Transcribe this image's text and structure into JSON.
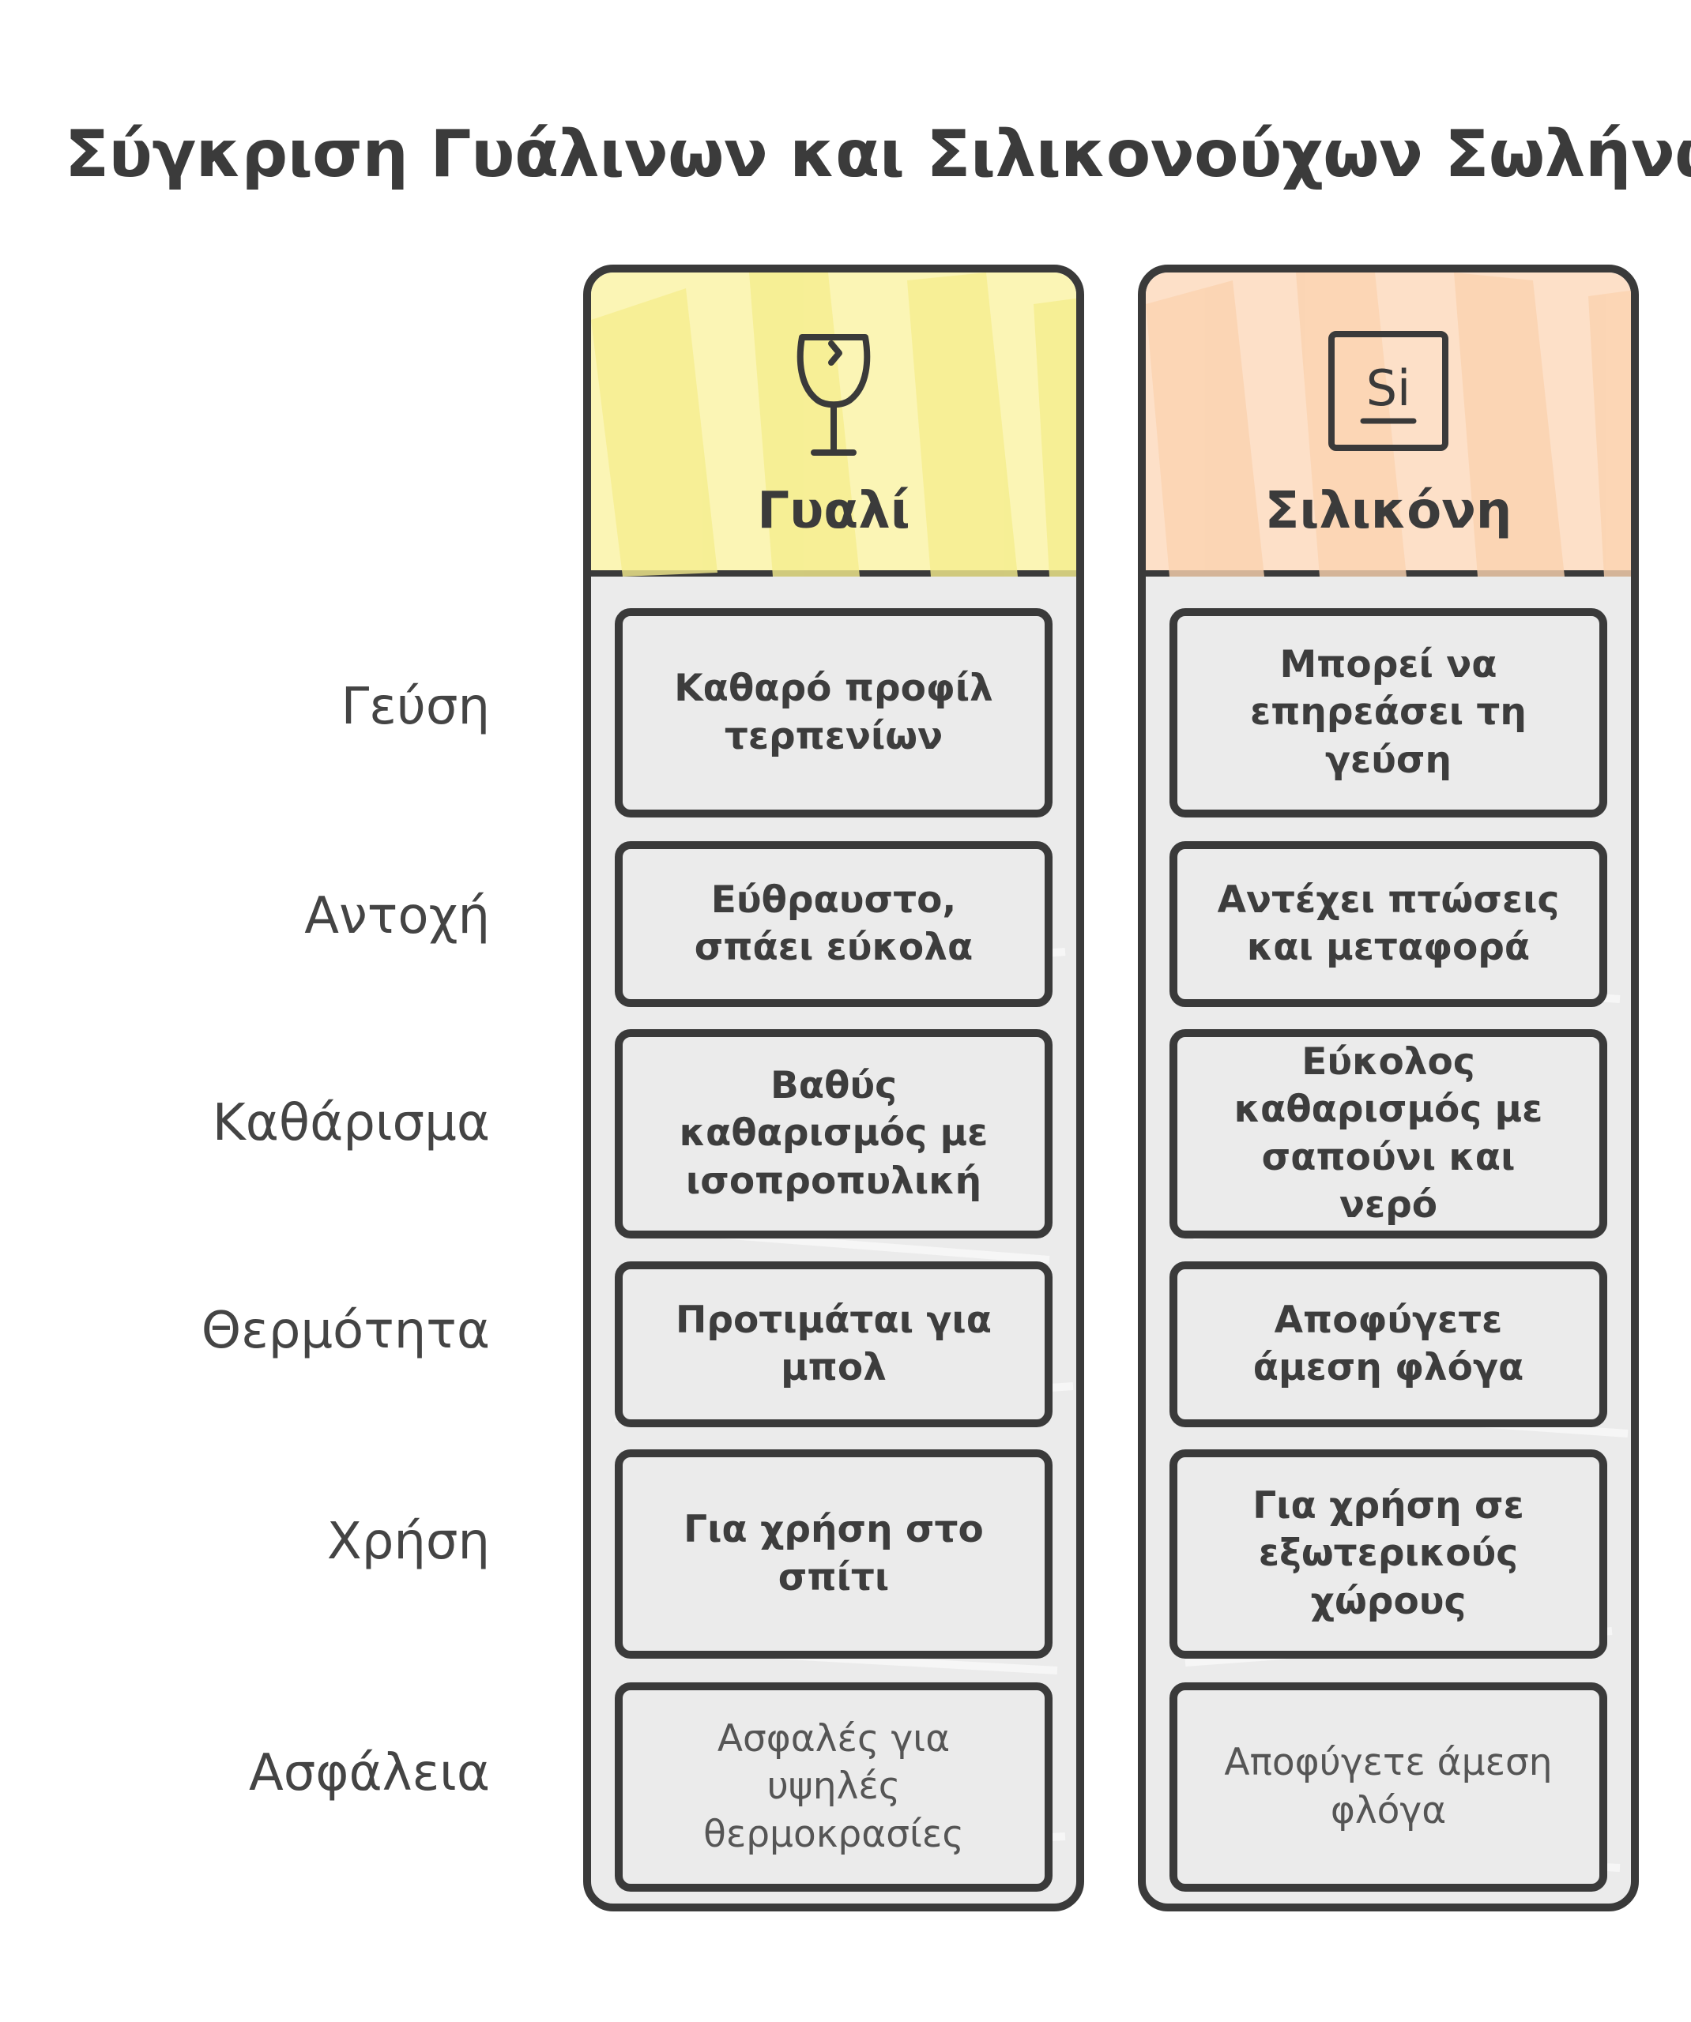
{
  "title": "Σύγκριση Γυάλινων και Σιλικονούχων Σωλήνων",
  "row_labels": [
    "Γεύση",
    "Αντοχή",
    "Καθάρισμα",
    "Θερμότητα",
    "Χρήση",
    "Ασφάλεια"
  ],
  "columns": [
    {
      "title": "Γυαλί",
      "icon": "wine-glass-icon",
      "header_color": "#fbf5b5",
      "cells": [
        "Καθαρό προφίλ τερπενίων",
        "Εύθραυστο, σπάει εύκολα",
        "Βαθύς καθαρισμός με ισοπροπυλική",
        "Προτιμάται για μπολ",
        "Για χρήση στο σπίτι",
        "Ασφαλές για υψηλές θερμοκρασίες"
      ]
    },
    {
      "title": "Σιλικόνη",
      "icon": "silicon-element-icon",
      "icon_text": "Si",
      "header_color": "#fde0c8",
      "cells": [
        "Μπορεί να επηρεάσει τη γεύση",
        "Αντέχει πτώσεις και μεταφορά",
        "Εύκολος καθαρισμός με σαπούνι και νερό",
        "Αποφύγετε άμεση φλόγα",
        "Για χρήση σε εξωτερικούς χώρους",
        "Αποφύγετε άμεση φλόγα"
      ]
    }
  ]
}
